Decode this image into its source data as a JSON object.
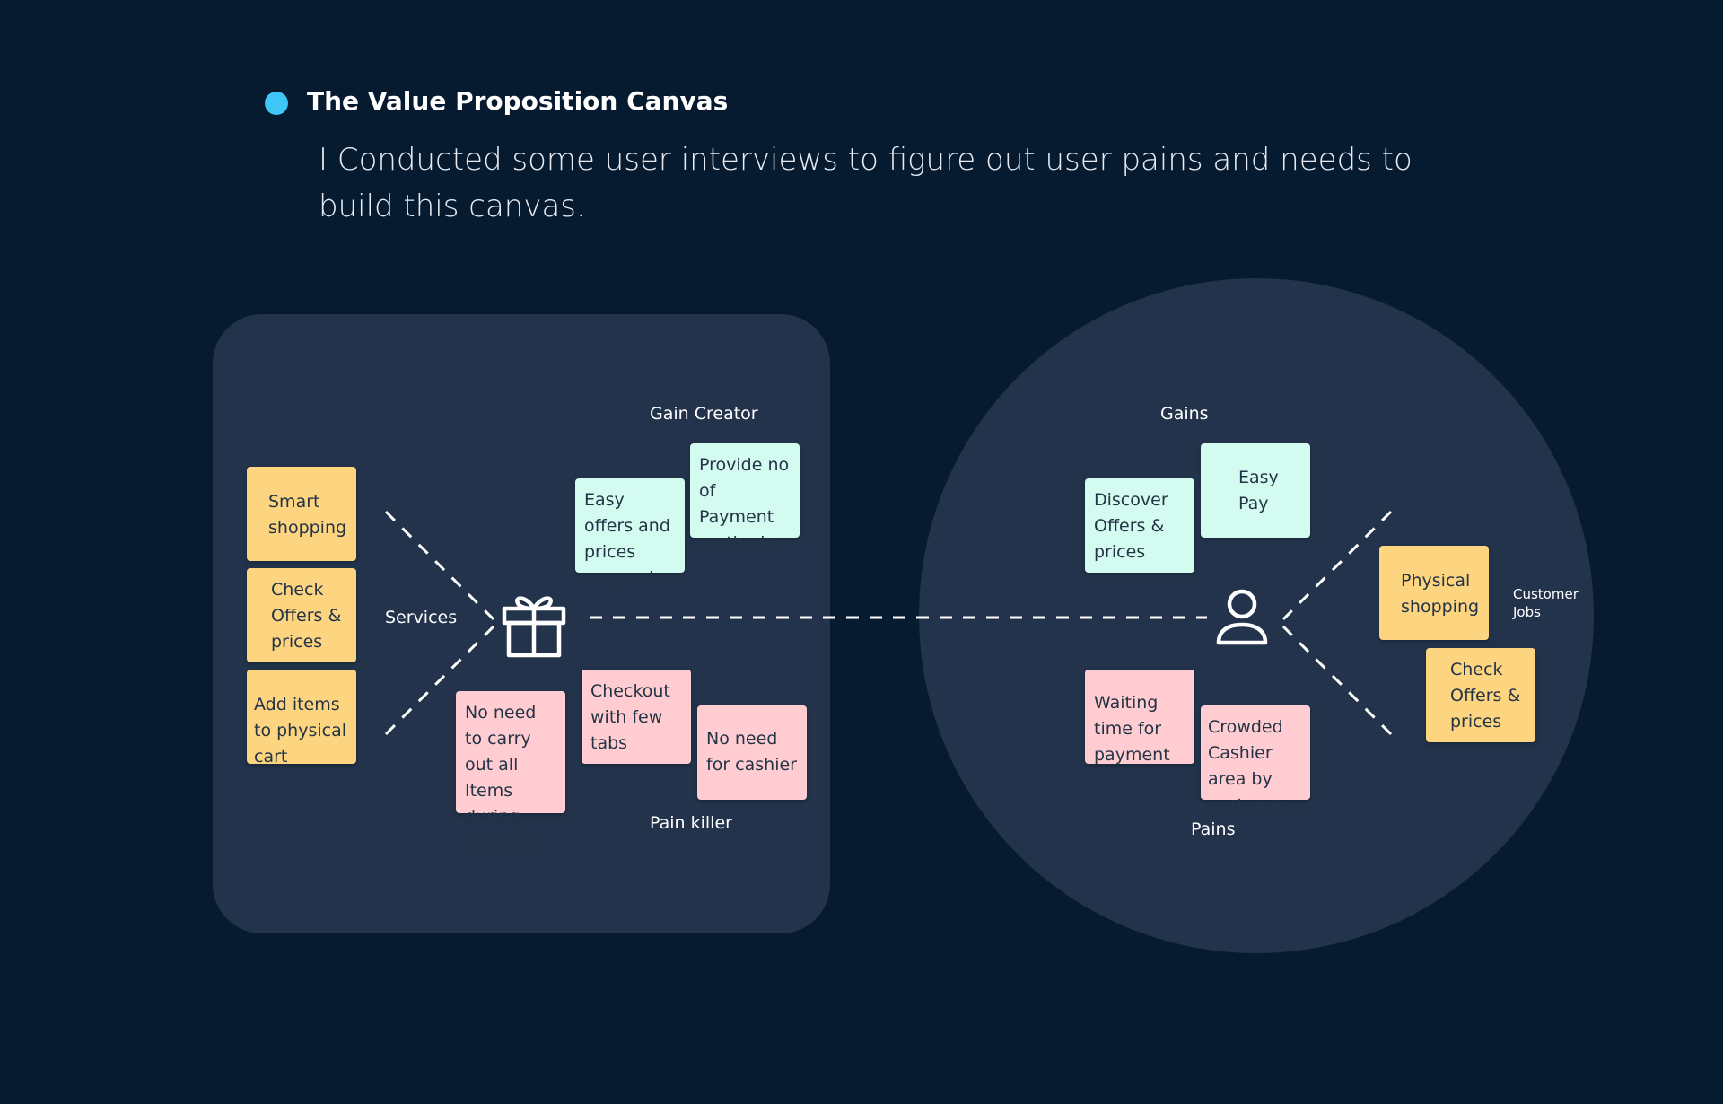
{
  "header": {
    "title": "The Value Proposition Canvas",
    "description": "I Conducted some user interviews to figure out user pains and needs to build this canvas."
  },
  "product_map": {
    "labels": {
      "gain_creator": "Gain Creator",
      "services": "Services",
      "pain_killer": "Pain killer"
    },
    "services": [
      "Smart shopping",
      "Check Offers & prices",
      "Add items to physical cart"
    ],
    "gain_creators": [
      "Easy offers and prices comparison",
      "Provide no of Payment methods"
    ],
    "pain_killers": [
      "No need to carry out all Items during shopping",
      "Checkout with few tabs",
      "No need for cashier"
    ],
    "icon": "gift-icon"
  },
  "customer_profile": {
    "labels": {
      "gains": "Gains",
      "customer_jobs": "Customer Jobs",
      "pains": "Pains"
    },
    "gains": [
      "Discover Offers & prices",
      "Easy Pay"
    ],
    "jobs": [
      "Physical shopping",
      "Check Offers & prices"
    ],
    "pains": [
      "Waiting time for payment",
      "Crowded Cashier area by customers"
    ],
    "icon": "user-icon"
  },
  "colors": {
    "background": "#061a30",
    "panel": "#22334b",
    "bullet": "#3ec6f7",
    "note_yellow": "#fdd47f",
    "note_mint": "#d4fbf0",
    "note_pink": "#ffcdd1"
  }
}
